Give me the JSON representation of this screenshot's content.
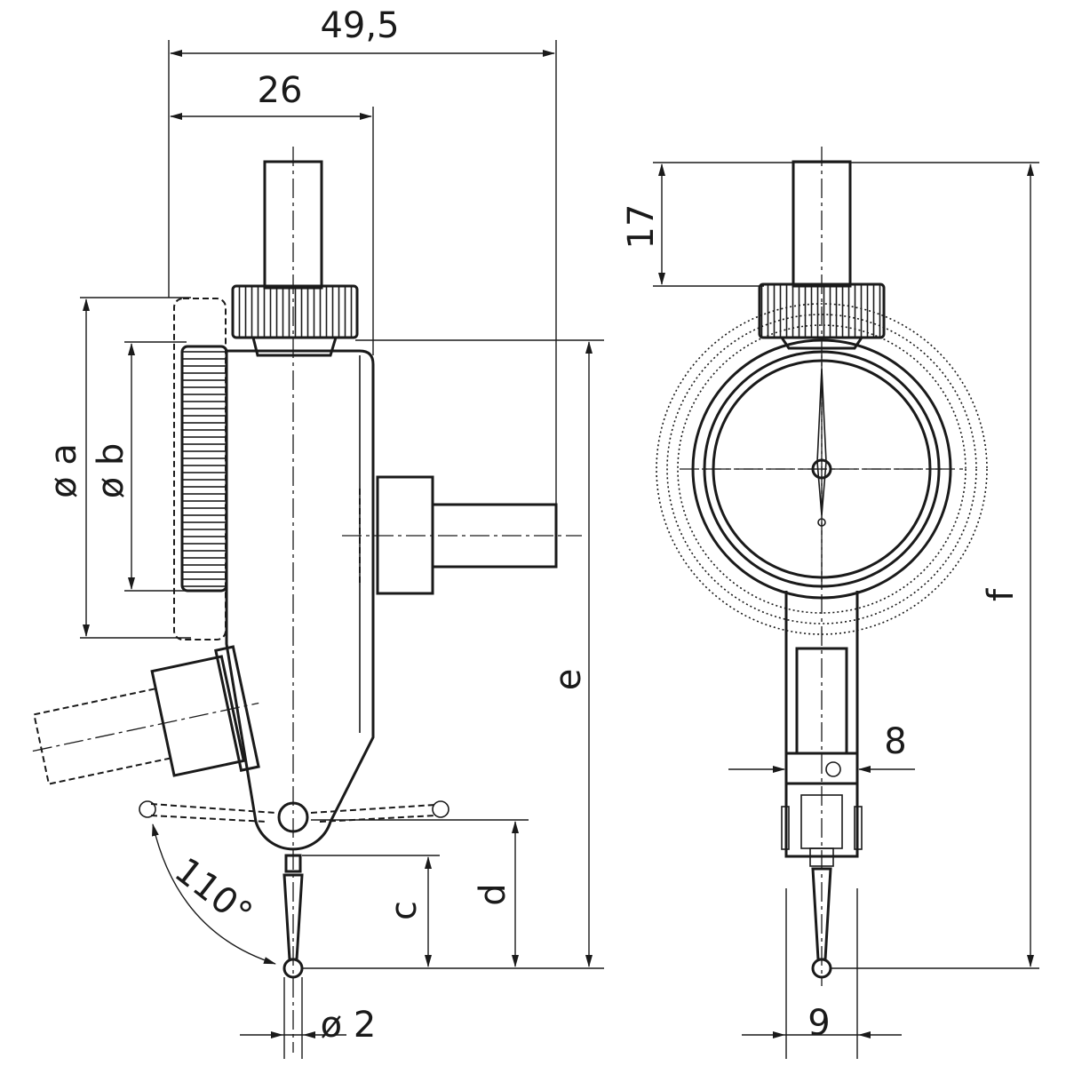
{
  "drawing": {
    "title": "Dial test indicator dimension drawing",
    "dims": {
      "overall_width": "49,5",
      "body_width": "26",
      "stem_length": "17",
      "dia_a": "ø a",
      "dia_b": "ø b",
      "e": "e",
      "f": "f",
      "width_8": "8",
      "c": "c",
      "d": "d",
      "angle": "110°",
      "ball_dia": "ø 2",
      "width_9": "9"
    }
  }
}
